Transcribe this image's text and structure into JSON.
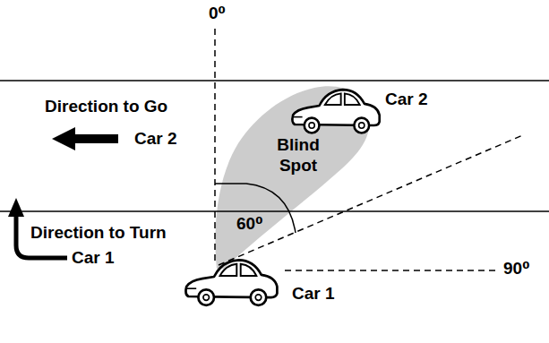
{
  "diagram": {
    "nodes": [
      {
        "text": [
          "Blind Spot"
        ]
      }
    ],
    "labels": [
      "0⁰",
      "Direction to Go",
      "Car 2",
      "Car 2",
      "60⁰",
      "Direction to Turn",
      "Car 1",
      "Car 1",
      "90⁰"
    ]
  }
}
